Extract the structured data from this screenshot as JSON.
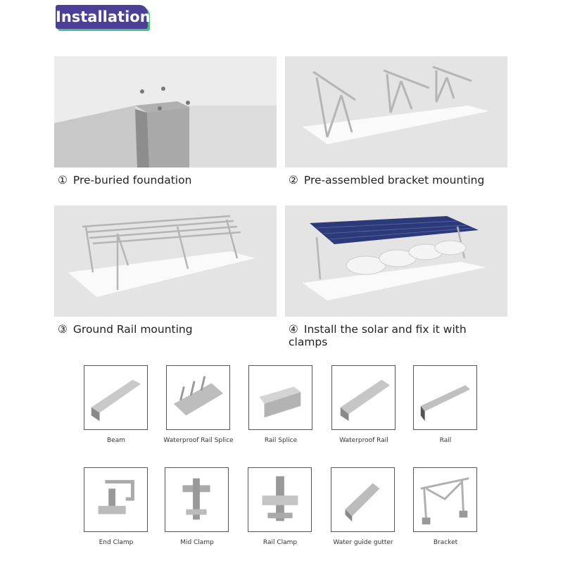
{
  "header": {
    "title": "Installation",
    "colors": {
      "badge": "#4b3f98",
      "shadow": "#4fc27a"
    }
  },
  "steps": [
    {
      "num": "①",
      "label": "Pre-buried foundation"
    },
    {
      "num": "②",
      "label": "Pre-assembled bracket mounting"
    },
    {
      "num": "③",
      "label": "Ground Rail mounting"
    },
    {
      "num": "④",
      "label": "Install the solar and fix it with clamps"
    }
  ],
  "parts": [
    {
      "label": "Beam"
    },
    {
      "label": "Waterproof Rail Splice"
    },
    {
      "label": "Rail Splice"
    },
    {
      "label": "Waterproof Rail"
    },
    {
      "label": "Rail"
    },
    {
      "label": "End Clamp"
    },
    {
      "label": "Mid Clamp"
    },
    {
      "label": "Rail Clamp"
    },
    {
      "label": "Water guide gutter"
    },
    {
      "label": "Bracket"
    }
  ]
}
